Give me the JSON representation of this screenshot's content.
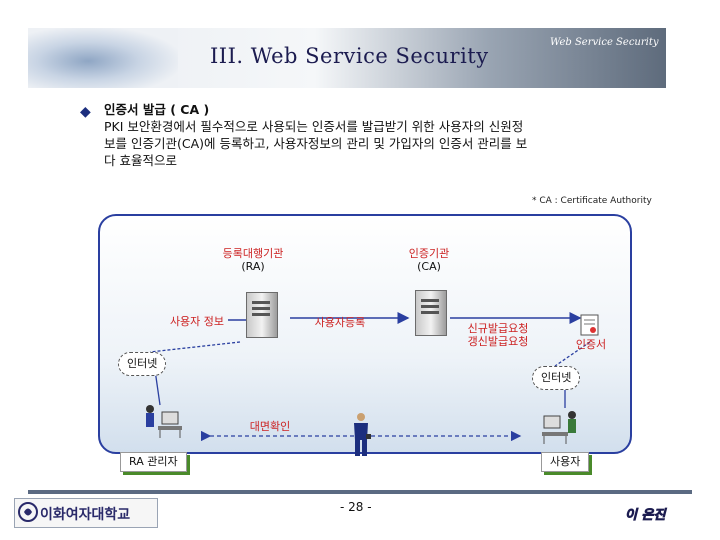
{
  "header": {
    "title": "III. Web Service Security",
    "subtitle": "Web Service Security"
  },
  "content": {
    "bullet_symbol": "◆",
    "heading": "인증서 발급 ( CA )",
    "lines": [
      "PKI 보안환경에서 필수적으로 사용되는 인증서를 발급받기 위한 사용자의 신원정",
      "보를 인증기관(CA)에 등록하고, 사용자정보의 관리 및 가입자의 인증서 관리를 보",
      "다 효율적으로"
    ],
    "ca_note": "* CA : Certificate Authority"
  },
  "diagram": {
    "ra_label": [
      "등록대행기관",
      "(RA)"
    ],
    "ca_label": [
      "인증기관",
      "(CA)"
    ],
    "user_info": "사용자 정보",
    "user_registration": "사용자등록",
    "requests": [
      "신규발급요청",
      "갱신발급요청"
    ],
    "certificate": "인증서",
    "internet_left": "인터넷",
    "internet_right": "인터넷",
    "face_to_face": "대면확인",
    "ra_admin": "RA 관리자",
    "user": "사용자"
  },
  "footer": {
    "university": "이화여자대학교",
    "page": "- 28 -",
    "author": "이 은진"
  }
}
